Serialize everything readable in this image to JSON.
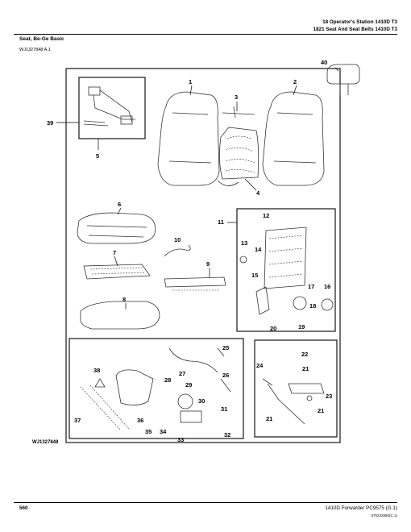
{
  "header": {
    "line1": "18 Operator's Station 1410D T3",
    "line2": "1821 Seat And Seat Belts 1410D T3"
  },
  "section": {
    "title": "Seat, Be-Ge Basic",
    "id": "WJ1327848 A.1"
  },
  "figure": {
    "label": "WJ1327848",
    "callouts": [
      "1",
      "2",
      "3",
      "4",
      "5",
      "6",
      "7",
      "8",
      "9",
      "10",
      "11",
      "12",
      "13",
      "14",
      "15",
      "16",
      "17",
      "18",
      "19",
      "20",
      "21",
      "22",
      "23",
      "24",
      "25",
      "26",
      "27",
      "28",
      "29",
      "30",
      "31",
      "32",
      "33",
      "34",
      "35",
      "36",
      "37",
      "38",
      "39",
      "40"
    ]
  },
  "footer": {
    "page": "560",
    "title": "1410D Forwarder   PC9575   (G.1)",
    "code": "575232950(C.1)"
  }
}
